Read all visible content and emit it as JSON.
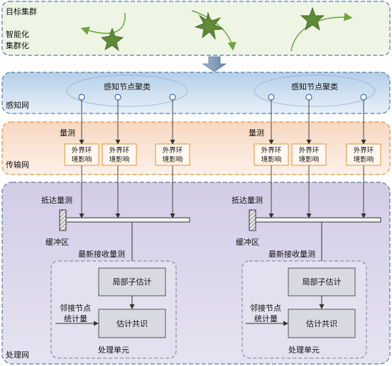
{
  "layers": {
    "target": {
      "title": "目标集群",
      "subtitle_line1": "智能化",
      "subtitle_line2": "集群化"
    },
    "sensing": {
      "title": "感知网",
      "cluster_label": "感知节点聚类"
    },
    "transport": {
      "title": "传输网",
      "measure_label": "量测",
      "env_label_line1": "外界环",
      "env_label_line2": "境影响"
    },
    "processing": {
      "title": "处理网",
      "arrival_label": "抵达量测",
      "buffer_label": "缓冲区",
      "latest_label": "最新接收量测",
      "local_estimator": "局部子估计",
      "neighbor_line1": "邻接节点",
      "neighbor_line2": "统计量",
      "consensus": "估计共识",
      "unit_label": "处理单元"
    }
  },
  "colors": {
    "target_fill": "#eef5e4",
    "sensing_fill": "#c9ddef",
    "transport_fill": "#fbe9dd",
    "processing_fill": "#dcd9ec",
    "star": "#5f8a36",
    "arrow_green": "#6ea33e",
    "env_box_stroke": "#e0913a",
    "block_fill": "#d9d9e2",
    "node_stroke": "#3a6fb0"
  }
}
